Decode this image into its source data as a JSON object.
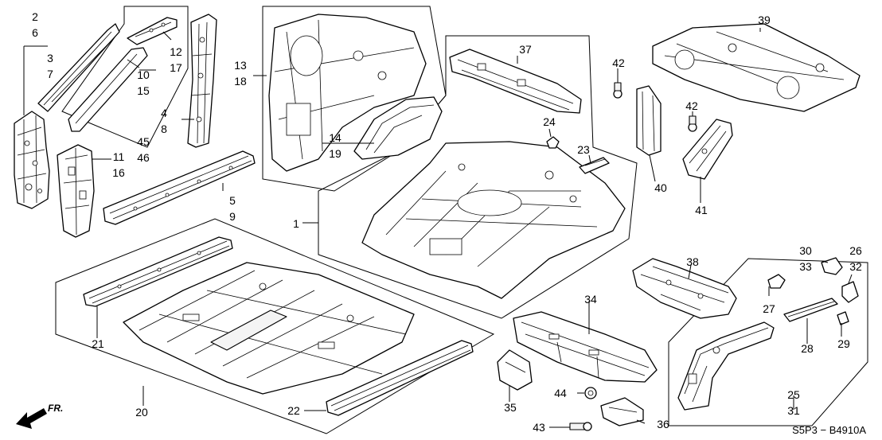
{
  "diagram_code": "S5P3 − B4910A",
  "direction_arrow": {
    "label": "FR.",
    "icon": "front-arrow-icon"
  },
  "callouts": {
    "c1": "1",
    "c2": "2",
    "c3": "3",
    "c4": "4",
    "c5": "5",
    "c6": "6",
    "c7": "7",
    "c8": "8",
    "c9": "9",
    "c10": "10",
    "c11": "11",
    "c12": "12",
    "c13": "13",
    "c14": "14",
    "c15": "15",
    "c16": "16",
    "c17": "17",
    "c18": "18",
    "c19": "19",
    "c20": "20",
    "c21": "21",
    "c22": "22",
    "c23": "23",
    "c24": "24",
    "c25": "25",
    "c26": "26",
    "c27": "27",
    "c28": "28",
    "c29": "29",
    "c30": "30",
    "c31": "31",
    "c32": "32",
    "c33": "33",
    "c34": "34",
    "c35": "35",
    "c36": "36",
    "c37": "37",
    "c38": "38",
    "c39": "39",
    "c40": "40",
    "c41": "41",
    "c42a": "42",
    "c42b": "42",
    "c43": "43",
    "c44": "44",
    "c45": "45",
    "c46": "46"
  }
}
